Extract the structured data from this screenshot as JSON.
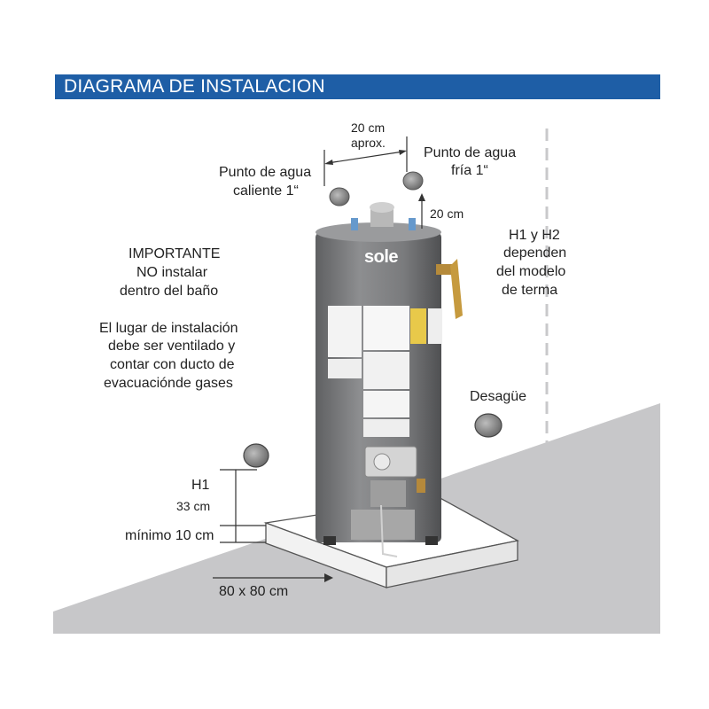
{
  "header": {
    "title": "DIAGRAMA DE INSTALACION"
  },
  "labels": {
    "dist_top_a": "20 cm",
    "dist_top_b": "aprox.",
    "hot_a": "Punto de agua",
    "hot_b": "caliente 1“",
    "cold_a": "Punto de agua",
    "cold_b": "fría 1“",
    "dist_vert": "20 cm",
    "h_note_a": "H1 y H2",
    "h_note_b": "dependen",
    "h_note_c": "del modelo",
    "h_note_d": "de terma",
    "important_a": "IMPORTANTE",
    "important_b": "NO instalar",
    "important_c": "dentro del baño",
    "place_a": "El lugar de instalación",
    "place_b": "debe ser ventilado y",
    "place_c": "contar con ducto de",
    "place_d": "evacuaciónde gases",
    "drain": "Desagüe",
    "h1": "H1",
    "h1_val": "33 cm",
    "min": "mínimo 10 cm",
    "base": "80 x 80 cm",
    "brand": "sole"
  },
  "colors": {
    "header": "#1e5ea6",
    "floor": "#c7c7c9",
    "heater": "#7d7e80",
    "pipe": "#8c8c8c"
  }
}
